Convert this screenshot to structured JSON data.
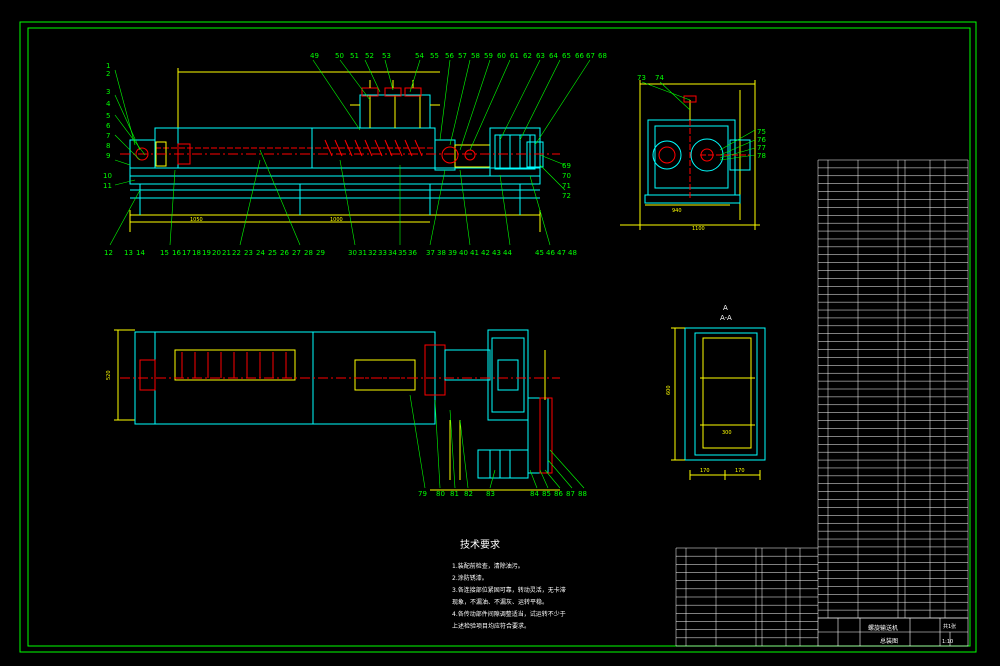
{
  "colors": {
    "background": "#000000",
    "frame": "#00ff00",
    "outline": "#00ffff",
    "dimension": "#ffff00",
    "detail": "#ff0000",
    "label": "#00ff00",
    "text": "#ffffff"
  },
  "top_view_callouts": [
    "49",
    "50",
    "51",
    "52",
    "53",
    "54",
    "55",
    "56",
    "57",
    "58",
    "59",
    "60",
    "61",
    "62",
    "63",
    "64",
    "65",
    "66",
    "67",
    "68"
  ],
  "left_callouts": [
    "1",
    "2",
    "3",
    "4",
    "5",
    "6",
    "7",
    "8",
    "9",
    "10",
    "11"
  ],
  "bottom_callouts_left": [
    "12",
    "13",
    "14",
    "15",
    "16",
    "17",
    "18",
    "19",
    "20",
    "21",
    "22",
    "23",
    "24",
    "25",
    "26",
    "27",
    "28",
    "29"
  ],
  "bottom_callouts_mid": [
    "30",
    "31",
    "32",
    "33",
    "34",
    "35",
    "36"
  ],
  "bottom_callouts_right": [
    "37",
    "38",
    "39",
    "40",
    "41",
    "42",
    "43",
    "44",
    "45",
    "46",
    "47",
    "48"
  ],
  "right_callouts_main": [
    "69",
    "70",
    "71",
    "72"
  ],
  "side_view_top_callouts": [
    "73",
    "74"
  ],
  "side_view_right_callouts": [
    "75",
    "76",
    "77",
    "78"
  ],
  "plan_callouts_bottom": [
    "79",
    "80",
    "81",
    "82",
    "83",
    "84",
    "85",
    "86",
    "87",
    "88"
  ],
  "dims": {
    "d1": "1050",
    "d2": "1000",
    "d3": "1100",
    "d4": "940",
    "d5": "520",
    "d6": "170",
    "d7": "170",
    "d8": "600",
    "d9": "300"
  },
  "section_label": "A-A",
  "section_mark": "A",
  "notes": {
    "heading": "技术要求",
    "lines": [
      "1.装配前检查，清除油污。",
      "2.涂防锈漆。",
      "3.各连接部位紧固可靠，转动灵活，无卡滞",
      "现象，不漏油、不漏灰、运转平稳。",
      "4.各传动部件间隙调整适当，试运转不少于",
      "上述检验项目均应符合要求。"
    ]
  },
  "title_block": {
    "name": "螺旋输送机",
    "drawing_no": "总装图",
    "scale": "1:10",
    "sheet": "共1张"
  }
}
